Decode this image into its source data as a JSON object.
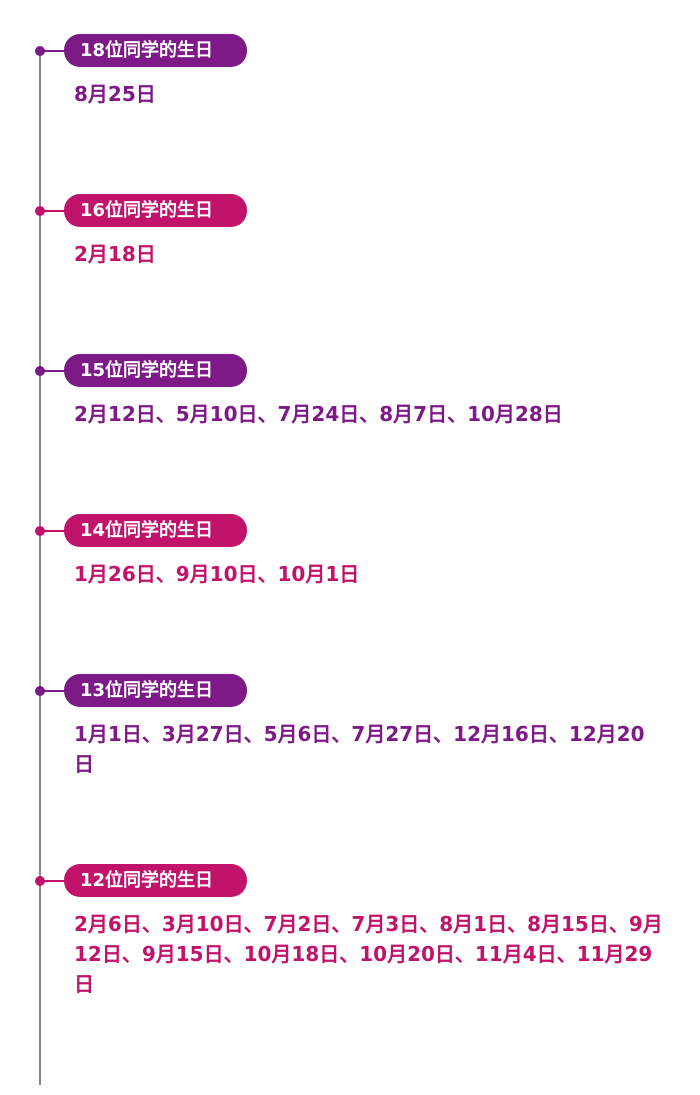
{
  "entries": [
    {
      "label": "18位同学的生日",
      "dates": "8月25日",
      "color": "#7d1a87"
    },
    {
      "label": "16位同学的生日",
      "dates": "2月18日",
      "color": "#c2136b"
    },
    {
      "label": "15位同学的生日",
      "dates": "2月12日、5月10日、7月24日、8月7日、10月28日",
      "color": "#7d1a87"
    },
    {
      "label": "14位同学的生日",
      "dates": "1月26日、9月10日、10月1日",
      "color": "#c2136b"
    },
    {
      "label": "13位同学的生日",
      "dates": "1月1日、3月27日、5月6日、7月27日、12月16日、12月20日",
      "color": "#7d1a87"
    },
    {
      "label": "12位同学的生日",
      "dates": "2月6日、3月10日、7月2日、7月3日、8月1日、8月15日、9月12日、9月15日、10月18日、10月20日、11月4日、11月29日",
      "color": "#c2136b"
    }
  ]
}
